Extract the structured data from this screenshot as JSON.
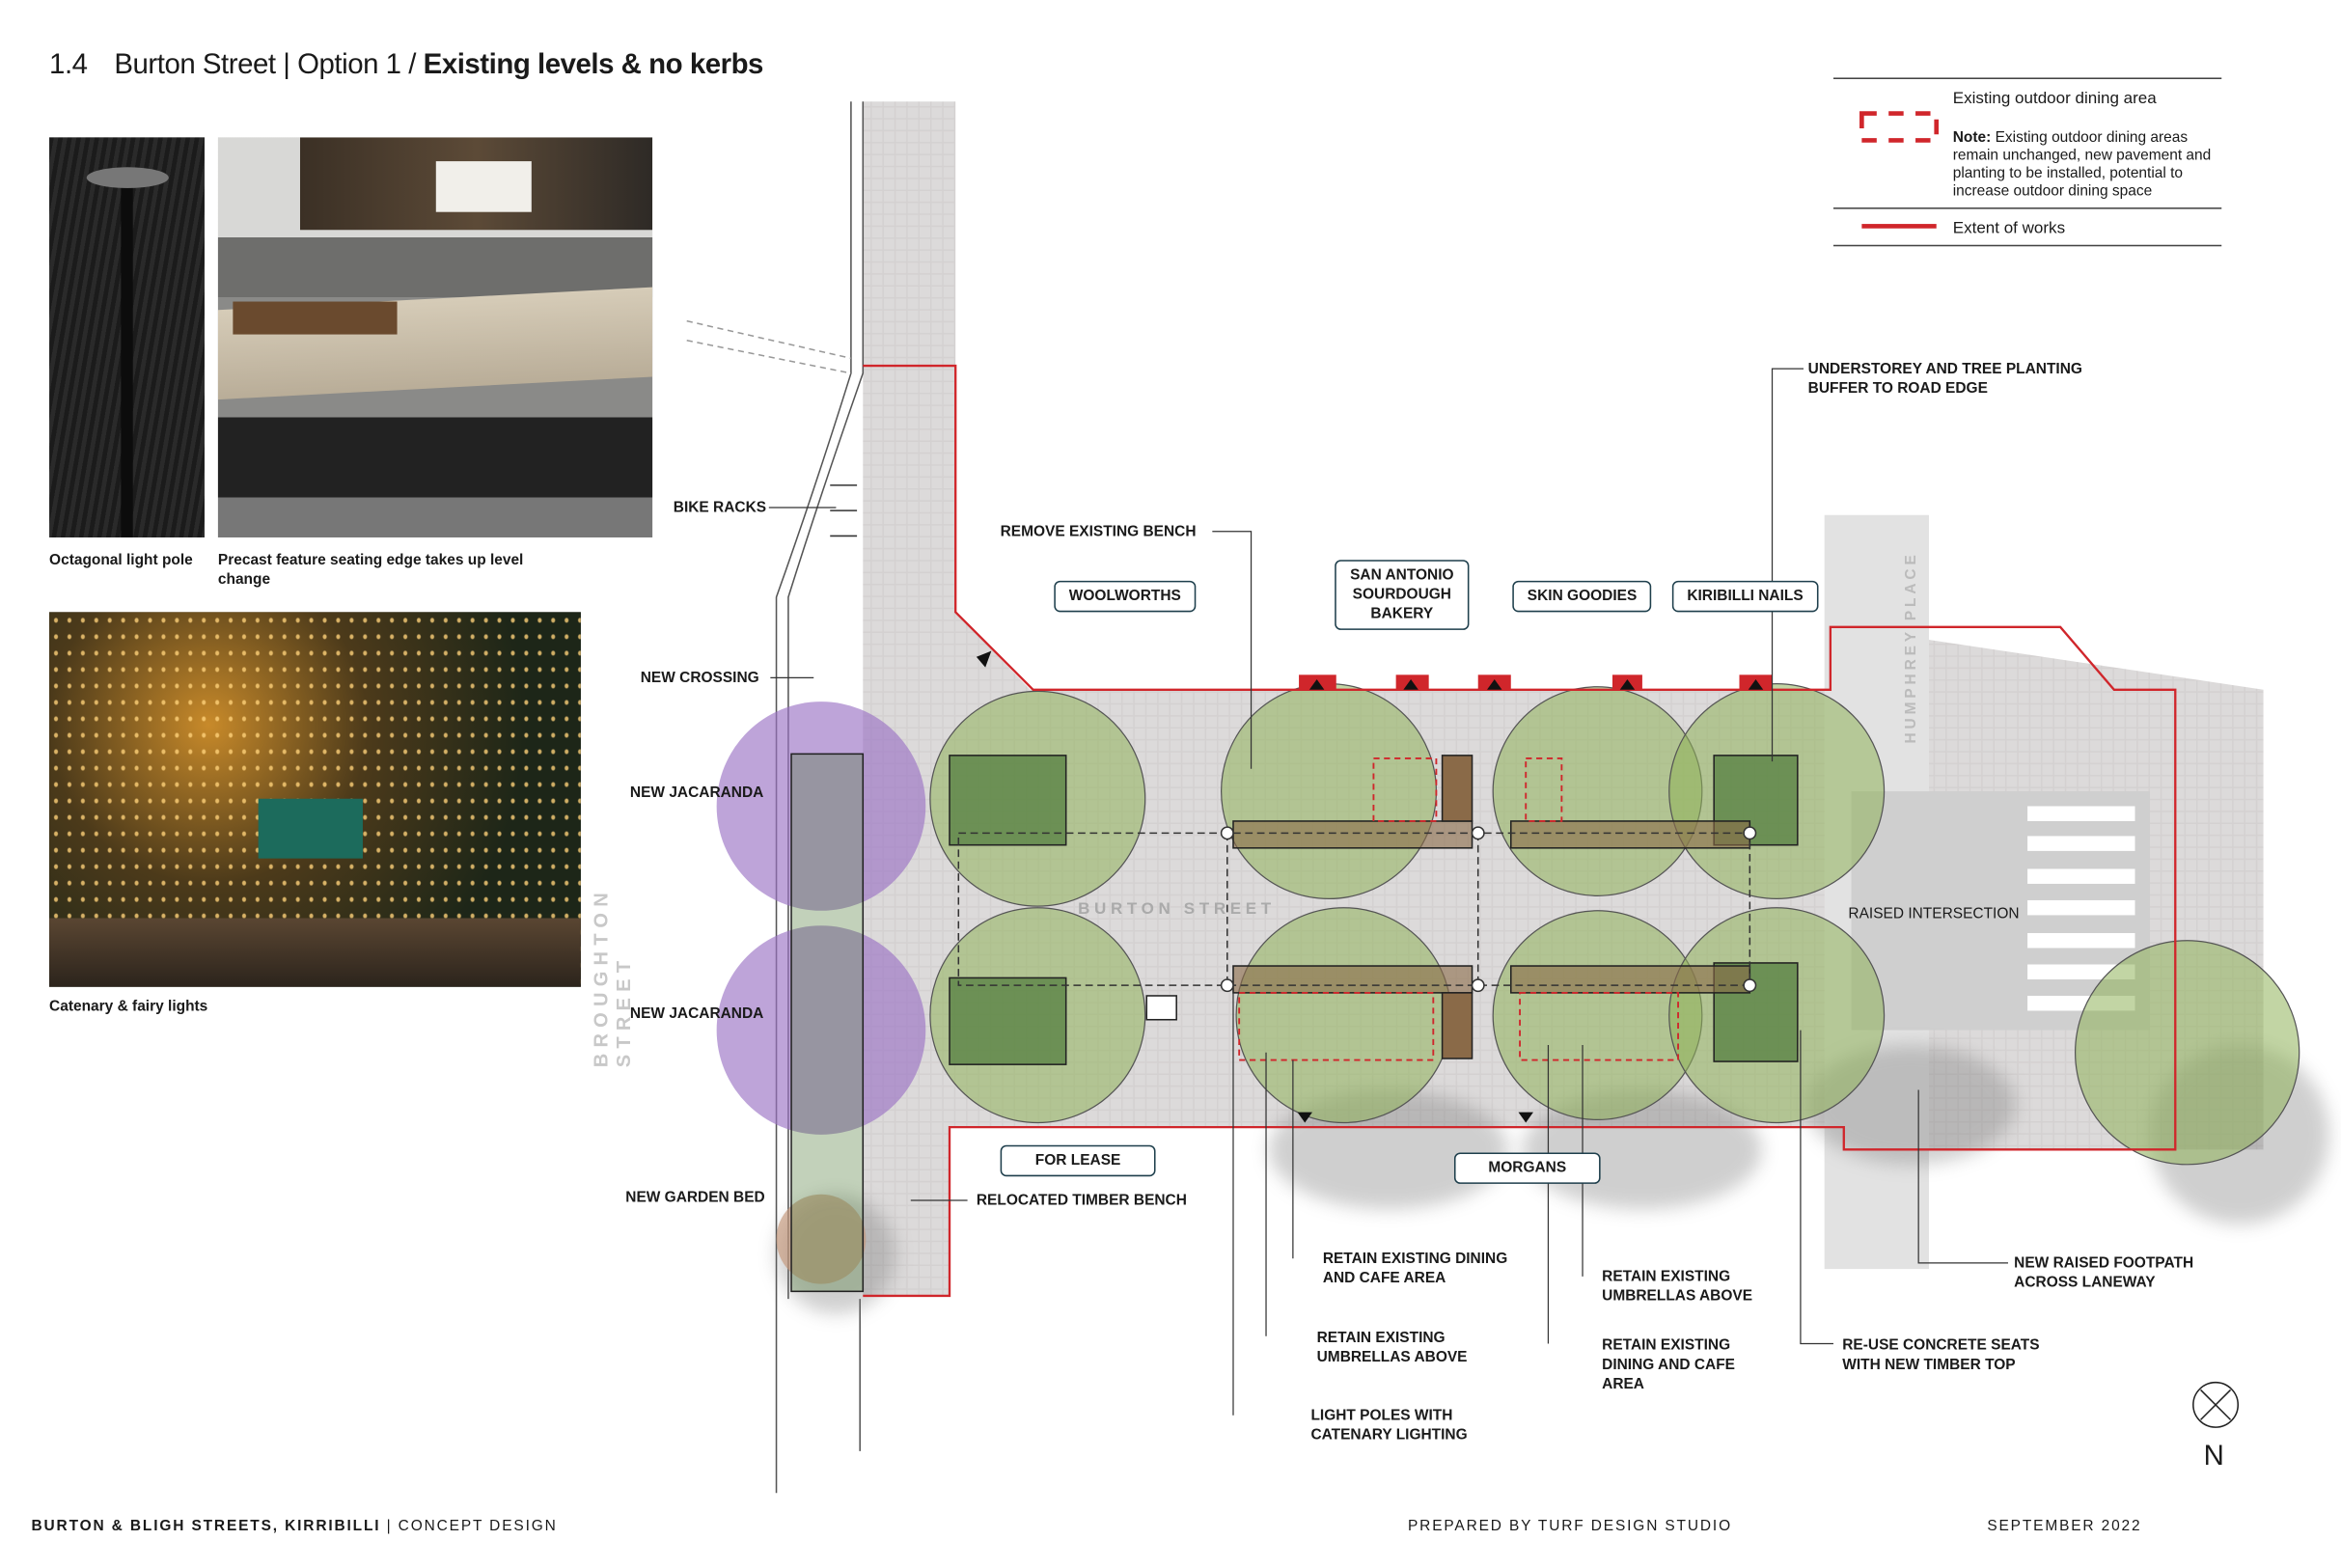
{
  "header": {
    "number": "1.4",
    "title_light": "Burton Street | Option 1 /",
    "title_bold": "Existing levels & no kerbs"
  },
  "photos": [
    {
      "caption": "Octagonal light pole"
    },
    {
      "caption": "Precast feature seating edge takes up level change"
    },
    {
      "caption": "Catenary & fairy lights"
    }
  ],
  "legend": {
    "dining_title": "Existing outdoor dining area",
    "note_label": "Note:",
    "note_text": "Existing outdoor dining areas remain unchanged, new pavement and planting to be installed, potential to increase outdoor dining space",
    "extent_label": "Extent of works",
    "colors": {
      "extent": "#d0262b",
      "dining": "#d0262b"
    }
  },
  "streets": {
    "broughton": "BROUGHTON STREET",
    "burton": "BURTON STREET",
    "humphrey": "HUMPHREY PLACE"
  },
  "shops": [
    "WOOLWORTHS",
    "SAN ANTONIO SOURDOUGH BAKERY",
    "SKIN GOODIES",
    "KIRIBILLI NAILS",
    "FOR LEASE",
    "MORGANS"
  ],
  "annotations": {
    "bike_racks": "BIKE RACKS",
    "remove_bench": "REMOVE EXISTING BENCH",
    "understorey": "UNDERSTOREY AND TREE PLANTING BUFFER TO ROAD EDGE",
    "new_crossing": "NEW CROSSING",
    "jacaranda_1": "NEW JACARANDA",
    "jacaranda_2": "NEW JACARANDA",
    "garden_bed": "NEW GARDEN BED",
    "relocated_bench": "RELOCATED TIMBER BENCH",
    "raised_intersection": "RAISED INTERSECTION",
    "retain_dining_1": "RETAIN EXISTING DINING AND CAFE AREA",
    "retain_umbrellas_1": "RETAIN EXISTING UMBRELLAS ABOVE",
    "light_poles": "LIGHT POLES WITH CATENARY LIGHTING",
    "retain_umbrellas_2": "RETAIN EXISTING UMBRELLAS ABOVE",
    "retain_dining_2": "RETAIN EXISTING DINING AND CAFE AREA",
    "reuse_seats": "RE-USE CONCRETE SEATS WITH NEW TIMBER TOP",
    "raised_footpath": "NEW RAISED FOOTPATH ACROSS LANEWAY"
  },
  "north": {
    "label": "N",
    "icon": "north-arrow-icon"
  },
  "footer": {
    "project": "BURTON & BLIGH STREETS, KIRRIBILLI",
    "stage": "CONCEPT DESIGN",
    "prepared": "PREPARED BY TURF DESIGN STUDIO",
    "date": "SEPTEMBER 2022"
  }
}
